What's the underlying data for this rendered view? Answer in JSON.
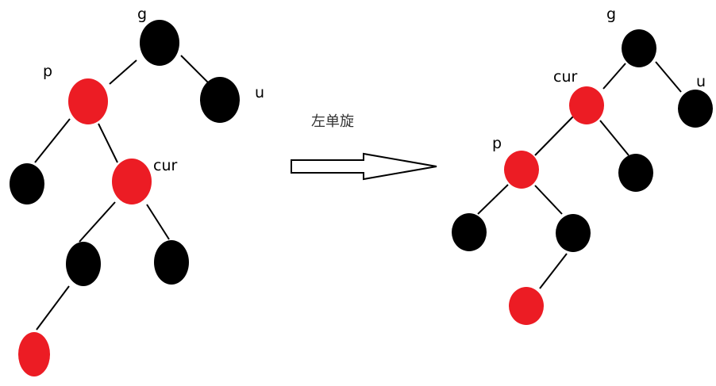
{
  "colors": {
    "red_node": "#ec1c24",
    "black_node": "#000000",
    "edge": "#000000",
    "background": "#ffffff"
  },
  "caption": "左单旋",
  "before": {
    "labels": {
      "g": "g",
      "p": "p",
      "u": "u",
      "cur": "cur"
    },
    "nodes": [
      {
        "id": "g",
        "color": "black"
      },
      {
        "id": "p",
        "color": "red"
      },
      {
        "id": "u",
        "color": "black"
      },
      {
        "id": "p-left",
        "color": "black"
      },
      {
        "id": "cur",
        "color": "red"
      },
      {
        "id": "cur-left",
        "color": "black"
      },
      {
        "id": "cur-right",
        "color": "black"
      },
      {
        "id": "cur-left-left",
        "color": "red"
      }
    ]
  },
  "after": {
    "labels": {
      "g": "g",
      "cur": "cur",
      "u": "u",
      "p": "p"
    },
    "nodes": [
      {
        "id": "g",
        "color": "black"
      },
      {
        "id": "cur",
        "color": "red"
      },
      {
        "id": "u",
        "color": "black"
      },
      {
        "id": "p",
        "color": "red"
      },
      {
        "id": "cur-right",
        "color": "black"
      },
      {
        "id": "p-left",
        "color": "black"
      },
      {
        "id": "p-right",
        "color": "black"
      },
      {
        "id": "p-right-left",
        "color": "red"
      }
    ]
  }
}
